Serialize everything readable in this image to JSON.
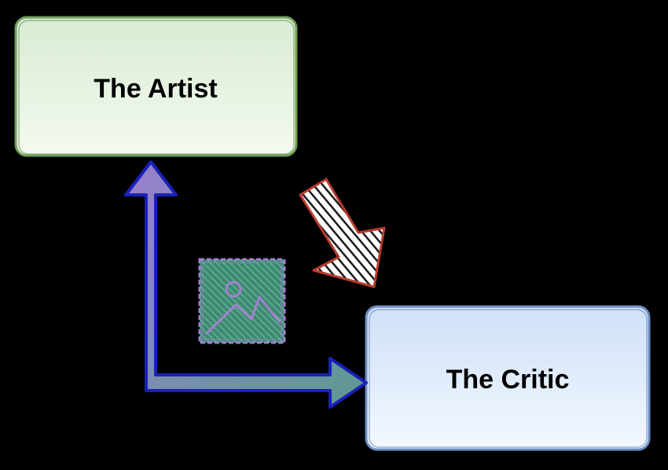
{
  "diagram": {
    "background": "#000000",
    "nodes": {
      "artist": {
        "label": "The Artist",
        "fill_top": "#d9ebd2",
        "fill_bottom": "#f4faf1",
        "stroke": "#6f9c5a"
      },
      "critic": {
        "label": "The Critic",
        "fill_top": "#cfe0f7",
        "fill_bottom": "#f3f8ff",
        "stroke": "#6f8fc4"
      }
    },
    "connector": {
      "icon": "bidirectional-elbow-arrow",
      "outline_color": "#1a20b8",
      "color_start": "#9a80cf",
      "color_end": "#5c9a90"
    },
    "image_icon": {
      "icon": "image-placeholder-icon",
      "fill": "#4c9680",
      "stroke": "#a57fd0"
    },
    "hatched_arrow": {
      "icon": "hatched-down-right-arrow",
      "stroke": "#b83a2c",
      "hatch": "#f7d6d2"
    }
  }
}
